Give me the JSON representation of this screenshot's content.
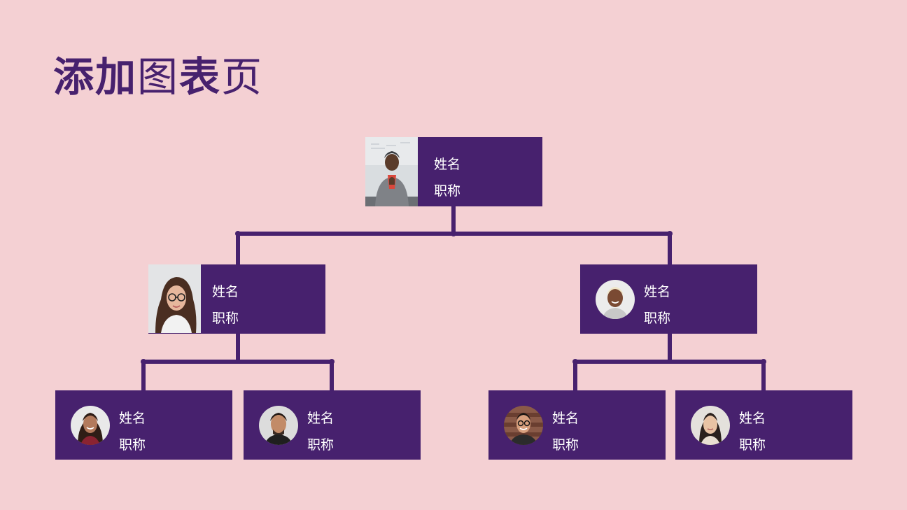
{
  "page": {
    "title_bold": "添加",
    "title_light_1": "图",
    "title_bold_2": "表",
    "title_light_2": "页"
  },
  "colors": {
    "background": "#f4d0d3",
    "card": "#47216e",
    "connector": "#47216e",
    "text": "#ffffff"
  },
  "org_chart": {
    "root": {
      "name": "姓名",
      "role": "职称",
      "photo": "person-photo"
    },
    "left_manager": {
      "name": "姓名",
      "role": "职称",
      "photo": "person-photo"
    },
    "right_manager": {
      "name": "姓名",
      "role": "职称",
      "photo": "person-photo"
    },
    "left_report_1": {
      "name": "姓名",
      "role": "职称",
      "photo": "person-photo"
    },
    "left_report_2": {
      "name": "姓名",
      "role": "职称",
      "photo": "person-photo"
    },
    "right_report_1": {
      "name": "姓名",
      "role": "职称",
      "photo": "person-photo"
    },
    "right_report_2": {
      "name": "姓名",
      "role": "职称",
      "photo": "person-photo"
    }
  }
}
